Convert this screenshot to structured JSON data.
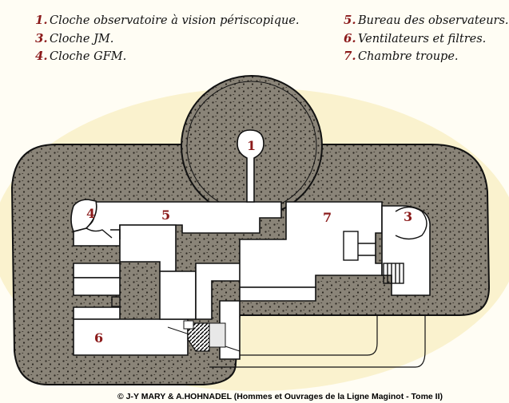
{
  "legend": [
    {
      "num": "1.",
      "text": "Cloche observatoire à vision périscopique."
    },
    {
      "num": "3.",
      "text": "Cloche JM."
    },
    {
      "num": "4.",
      "text": "Cloche GFM."
    },
    {
      "num": "5.",
      "text": "Bureau des observateurs."
    },
    {
      "num": "6.",
      "text": "Ventilateurs et filtres."
    },
    {
      "num": "7.",
      "text": "Chambre troupe."
    }
  ],
  "rooms": [
    "1",
    "3",
    "4",
    "5",
    "6",
    "7"
  ],
  "credit": "© J-Y MARY & A.HOHNADEL (Hommes et Ouvrages de la Ligne Maginot - Tome II)",
  "colors": {
    "concrete": "#888277",
    "dots": "#2a2620",
    "room": "#ffffff",
    "number": "#8b1a1a",
    "wash": "#f3e6a6"
  }
}
